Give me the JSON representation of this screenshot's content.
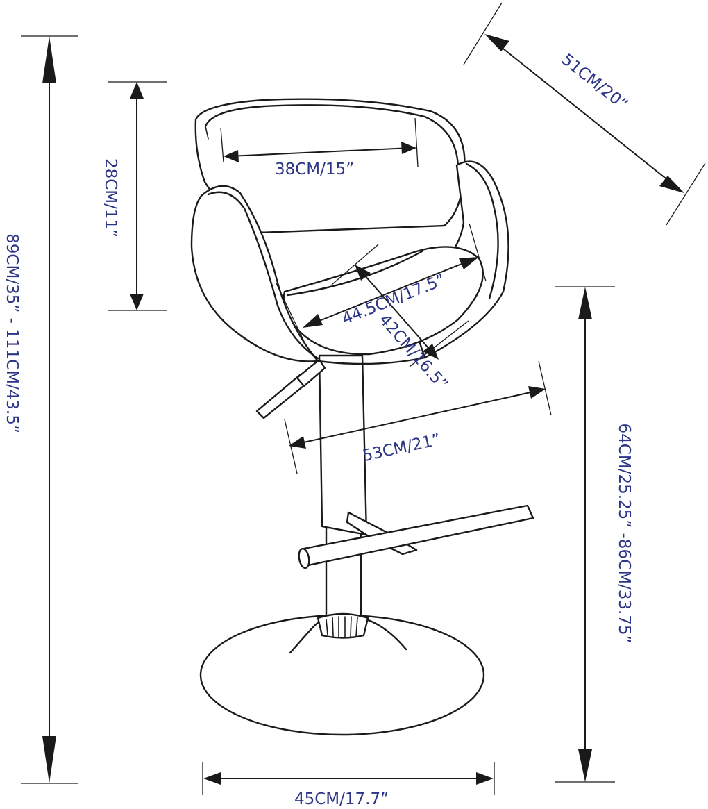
{
  "colors": {
    "label": "#2b3585",
    "line": "#1a1a1a",
    "background": "#ffffff"
  },
  "dimensions": {
    "total_height": "89CM/35”  -  111CM/43.5”",
    "back_height": "28CM/11”",
    "depth": "51CM/20”",
    "back_width": "38CM/15”",
    "seat_width": "44.5CM/17.5”",
    "seat_depth": "42CM/16.5”",
    "overall_width": "53CM/21”",
    "seat_height": "64CM/25.25”  -86CM/33.75”",
    "base_diameter": "45CM/17.7”"
  }
}
